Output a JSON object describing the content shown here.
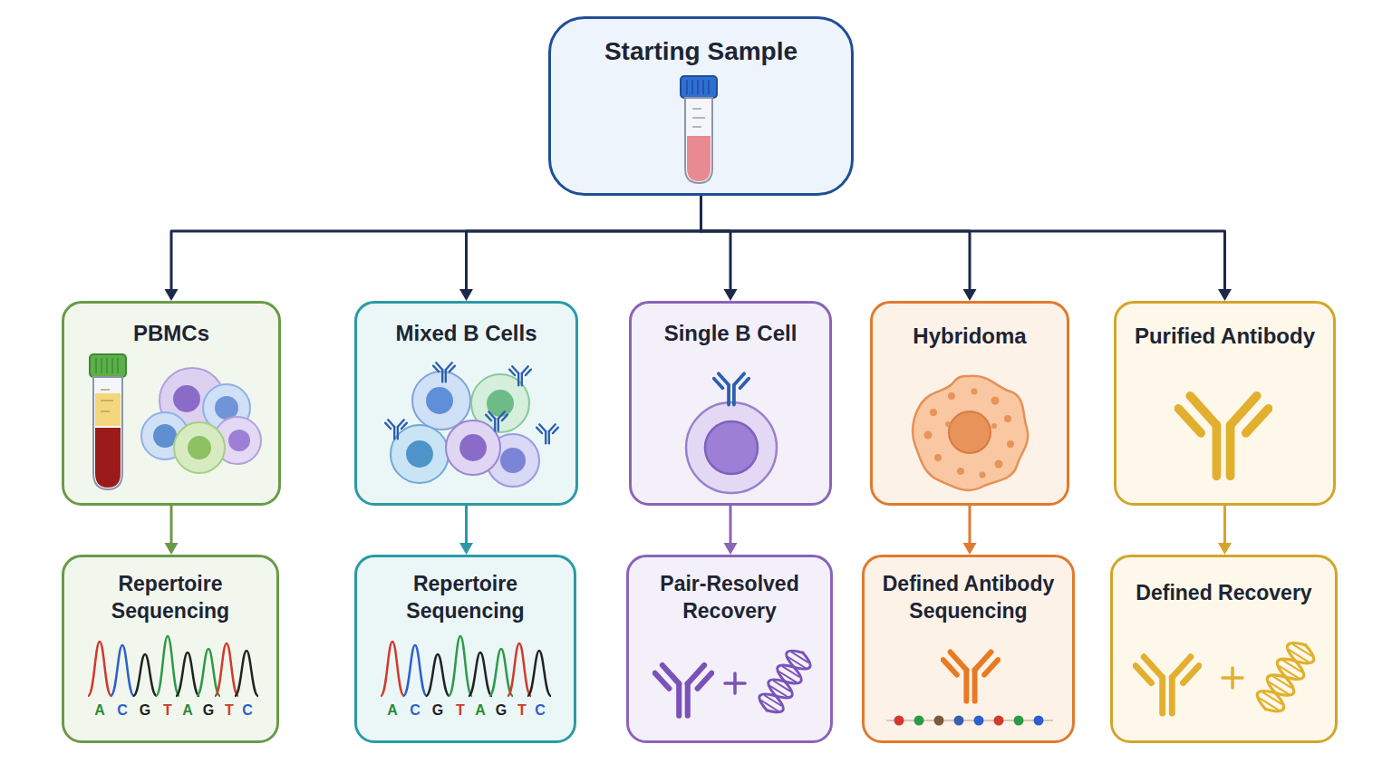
{
  "diagram": {
    "nodes": [
      {
        "text": [
          "Starting Sample"
        ]
      },
      {
        "text": [
          "PBMCs"
        ]
      },
      {
        "text": [
          "Mixed B Cells"
        ]
      },
      {
        "text": [
          "Single B Cell"
        ]
      },
      {
        "text": [
          "Hybridoma"
        ]
      },
      {
        "text": [
          "Purified Antibody"
        ]
      },
      {
        "text": [
          "Repertoire Sequencing"
        ]
      },
      {
        "text": [
          "Repertoire Sequencing"
        ]
      },
      {
        "text": [
          "Pair-Resolved Recovery"
        ]
      },
      {
        "text": [
          "Defined Antibody Sequencing"
        ]
      },
      {
        "text": [
          "Defined Recovery"
        ]
      }
    ],
    "edges": [
      {
        "from": 0,
        "to": 1,
        "arrow": "to"
      },
      {
        "from": 0,
        "to": 2,
        "arrow": "to"
      },
      {
        "from": 0,
        "to": 3,
        "arrow": "to"
      },
      {
        "from": 0,
        "to": 4,
        "arrow": "to"
      },
      {
        "from": 0,
        "to": 5,
        "arrow": "to"
      },
      {
        "from": 1,
        "to": 6,
        "arrow": "to"
      },
      {
        "from": 2,
        "to": 7,
        "arrow": "to"
      },
      {
        "from": 3,
        "to": 8,
        "arrow": "to"
      },
      {
        "from": 4,
        "to": 9,
        "arrow": "to"
      },
      {
        "from": 5,
        "to": 10,
        "arrow": "to"
      }
    ],
    "labels": [
      "A",
      "C",
      "G",
      "T",
      "A",
      "G",
      "T",
      "C",
      "A",
      "C",
      "G",
      "T",
      "A",
      "G",
      "T",
      "C"
    ]
  }
}
